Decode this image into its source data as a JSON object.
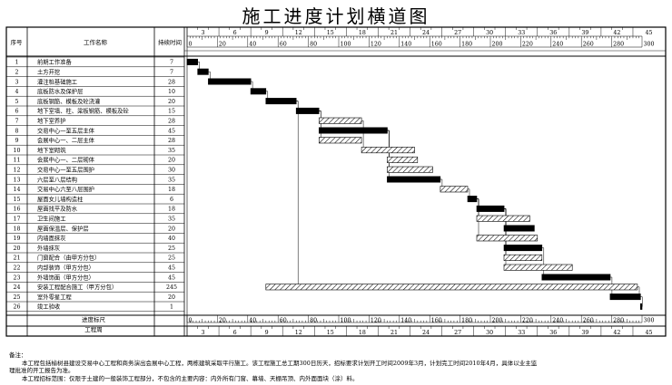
{
  "title": "施工进度计划横道图",
  "headers": {
    "seq": "序号",
    "name": "工作名称",
    "duration": "持续时间"
  },
  "footer": {
    "ruler_label": "进度标尺",
    "week_label": "工程周"
  },
  "notes": {
    "label": "备注：",
    "line1": "本工程包括榆树县建设交易中心工程和商务演出会展中心工程，两栋建筑采取平行施工。该工程施工总工期300日历天，招标要求计划开工时间2009年3月，计划完工时间2010年4月，具体以业主监",
    "line2": "理批准的开工报告为准。",
    "line3": "本工程招标范围：仅限于土建的一般装饰工程部分，不包含的主要内容：内外所有门窗、幕墙、天棚吊顶、内外面面块（涂）料。"
  },
  "colors": {
    "solid_bar": "#000000",
    "hatched_bar": "#000000",
    "line": "#000000"
  },
  "chart_data": {
    "type": "gantt",
    "title": "施工进度计划横道图",
    "x_axis": {
      "unit": "day",
      "range": [
        0,
        300
      ],
      "day_ticks": [
        "0",
        "20",
        "40",
        "60",
        "80",
        "100",
        "120",
        "140",
        "160",
        "180",
        "200",
        "220",
        "240",
        "260",
        "280",
        "300"
      ],
      "week_ticks": [
        "3",
        "6",
        "9",
        "12",
        "15",
        "18",
        "21",
        "24",
        "27",
        "30",
        "33",
        "36",
        "39",
        "42",
        "45"
      ]
    },
    "tasks": [
      {
        "id": "1",
        "name": "前期工作准备",
        "duration": "7",
        "start": 0,
        "end": 7,
        "style": "solid"
      },
      {
        "id": "2",
        "name": "土方开挖",
        "duration": "7",
        "start": 7,
        "end": 14,
        "style": "solid"
      },
      {
        "id": "3",
        "name": "灌注桩基础施工",
        "duration": "28",
        "start": 14,
        "end": 42,
        "style": "solid"
      },
      {
        "id": "4",
        "name": "底板防水及保护层",
        "duration": "10",
        "start": 42,
        "end": 52,
        "style": "solid"
      },
      {
        "id": "5",
        "name": "底板钢筋、模板及砼浇灌",
        "duration": "20",
        "start": 52,
        "end": 72,
        "style": "solid"
      },
      {
        "id": "6",
        "name": "地下室墙、柱、梁板钢筋、模板及砼",
        "duration": "15",
        "start": 72,
        "end": 87,
        "style": "solid"
      },
      {
        "id": "7",
        "name": "地下室养护",
        "duration": "28",
        "start": 87,
        "end": 115,
        "style": "hatched"
      },
      {
        "id": "8",
        "name": "交易中心一至五层主体",
        "duration": "45",
        "start": 87,
        "end": 132,
        "style": "solid"
      },
      {
        "id": "9",
        "name": "会展中心一、二层主体",
        "duration": "28",
        "start": 87,
        "end": 115,
        "style": "hatched"
      },
      {
        "id": "10",
        "name": "地下室砌筑",
        "duration": "35",
        "start": 115,
        "end": 150,
        "style": "hatched"
      },
      {
        "id": "11",
        "name": "会展中心一、二层砌体",
        "duration": "20",
        "start": 132,
        "end": 152,
        "style": "hatched"
      },
      {
        "id": "12",
        "name": "交易中心一至五层围护",
        "duration": "30",
        "start": 132,
        "end": 162,
        "style": "hatched"
      },
      {
        "id": "13",
        "name": "六层至八层结构",
        "duration": "35",
        "start": 132,
        "end": 167,
        "style": "solid"
      },
      {
        "id": "14",
        "name": "交易中心六至八层围护",
        "duration": "18",
        "start": 167,
        "end": 185,
        "style": "hatched"
      },
      {
        "id": "15",
        "name": "屋面女儿墙构造柱",
        "duration": "6",
        "start": 185,
        "end": 191,
        "style": "solid"
      },
      {
        "id": "16",
        "name": "屋面找平及防水",
        "duration": "18",
        "start": 191,
        "end": 209,
        "style": "solid"
      },
      {
        "id": "17",
        "name": "卫生间施工",
        "duration": "35",
        "start": 191,
        "end": 226,
        "style": "hatched"
      },
      {
        "id": "18",
        "name": "屋面保温层、保护层",
        "duration": "20",
        "start": 209,
        "end": 229,
        "style": "solid"
      },
      {
        "id": "19",
        "name": "内墙面抹灰",
        "duration": "40",
        "start": 191,
        "end": 231,
        "style": "hatched"
      },
      {
        "id": "20",
        "name": "外墙抹灰",
        "duration": "25",
        "start": 209,
        "end": 234,
        "style": "solid"
      },
      {
        "id": "21",
        "name": "门窗配合（由甲方分包）",
        "duration": "25",
        "start": 209,
        "end": 234,
        "style": "hatched"
      },
      {
        "id": "22",
        "name": "内部装饰（甲方分包）",
        "duration": "45",
        "start": 209,
        "end": 254,
        "style": "hatched"
      },
      {
        "id": "23",
        "name": "外墙饰面（甲方分包）",
        "duration": "45",
        "start": 234,
        "end": 279,
        "style": "solid"
      },
      {
        "id": "24",
        "name": "安装工程配合施工（甲方分包）",
        "duration": "245",
        "start": 52,
        "end": 297,
        "style": "hatched"
      },
      {
        "id": "25",
        "name": "室外零星工程",
        "duration": "20",
        "start": 279,
        "end": 299,
        "style": "solid"
      },
      {
        "id": "26",
        "name": "竣工验收",
        "duration": "1",
        "start": 299,
        "end": 300,
        "style": "solid"
      }
    ],
    "dependencies": [
      [
        1,
        2
      ],
      [
        2,
        3
      ],
      [
        3,
        4
      ],
      [
        4,
        5
      ],
      [
        5,
        6
      ],
      [
        5,
        24
      ],
      [
        6,
        7
      ],
      [
        6,
        8
      ],
      [
        6,
        9
      ],
      [
        7,
        10
      ],
      [
        8,
        11
      ],
      [
        8,
        12
      ],
      [
        8,
        13
      ],
      [
        13,
        14
      ],
      [
        14,
        15
      ],
      [
        15,
        16
      ],
      [
        15,
        17
      ],
      [
        15,
        19
      ],
      [
        16,
        18
      ],
      [
        16,
        20
      ],
      [
        16,
        21
      ],
      [
        16,
        22
      ],
      [
        20,
        23
      ],
      [
        23,
        25
      ],
      [
        24,
        25
      ],
      [
        25,
        26
      ]
    ]
  }
}
